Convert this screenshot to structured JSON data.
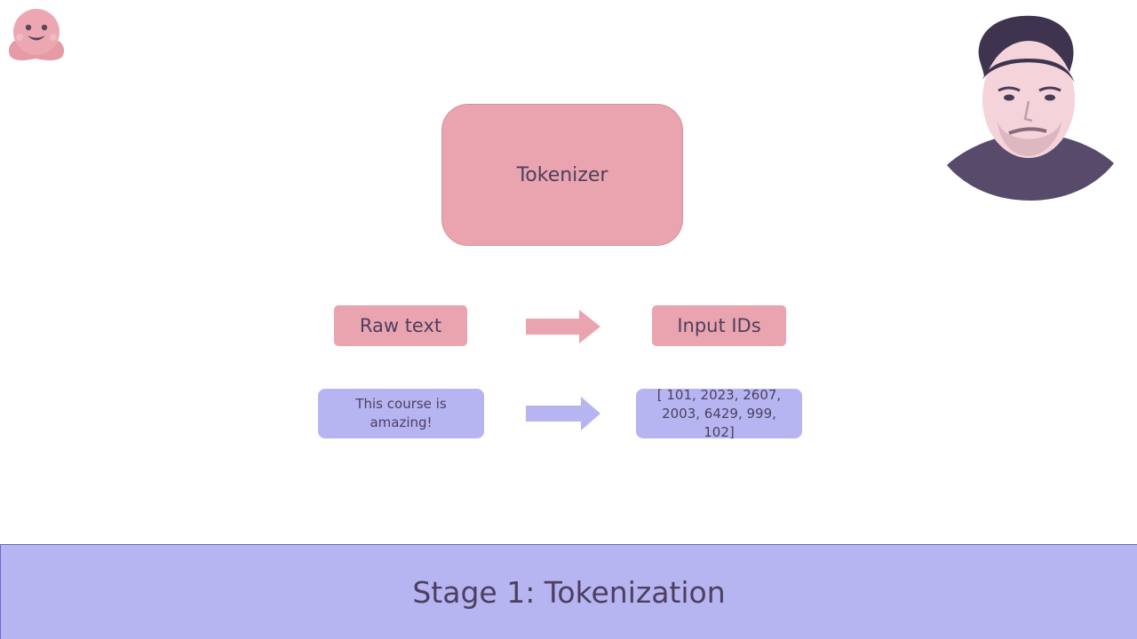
{
  "diagram": {
    "center_label": "Tokenizer",
    "input_label": "Raw text",
    "output_label": "Input IDs",
    "example_input": "This course is amazing!",
    "example_output_line1": "[ 101, 2023, 2607,",
    "example_output_line2": "2003, 6429, 999, 102]"
  },
  "footer": {
    "title": "Stage 1: Tokenization"
  },
  "icons": {
    "logo": "hugging-face-logo",
    "arrow": "arrow-right"
  },
  "colors": {
    "pink": "#eaa4b0",
    "lavender": "#b6b5f2",
    "text": "#4d3f5e"
  }
}
